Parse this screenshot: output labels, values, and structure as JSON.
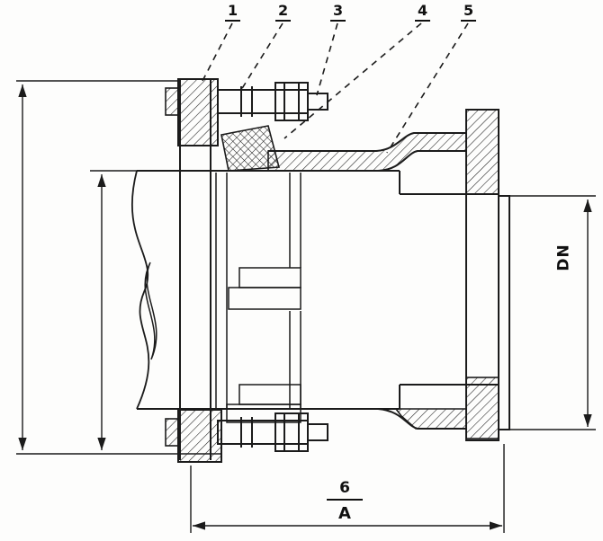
{
  "drawing": {
    "type": "engineering-section-view",
    "subject": "flanged pipe coupling cross-section",
    "callouts": [
      "1",
      "2",
      "3",
      "4",
      "5"
    ],
    "dimensions": {
      "dn": "DN",
      "bottom_item": "6",
      "bottom_width": "A"
    },
    "colors": {
      "line": "#1b1b1b",
      "background": "#fdfdfc"
    }
  }
}
